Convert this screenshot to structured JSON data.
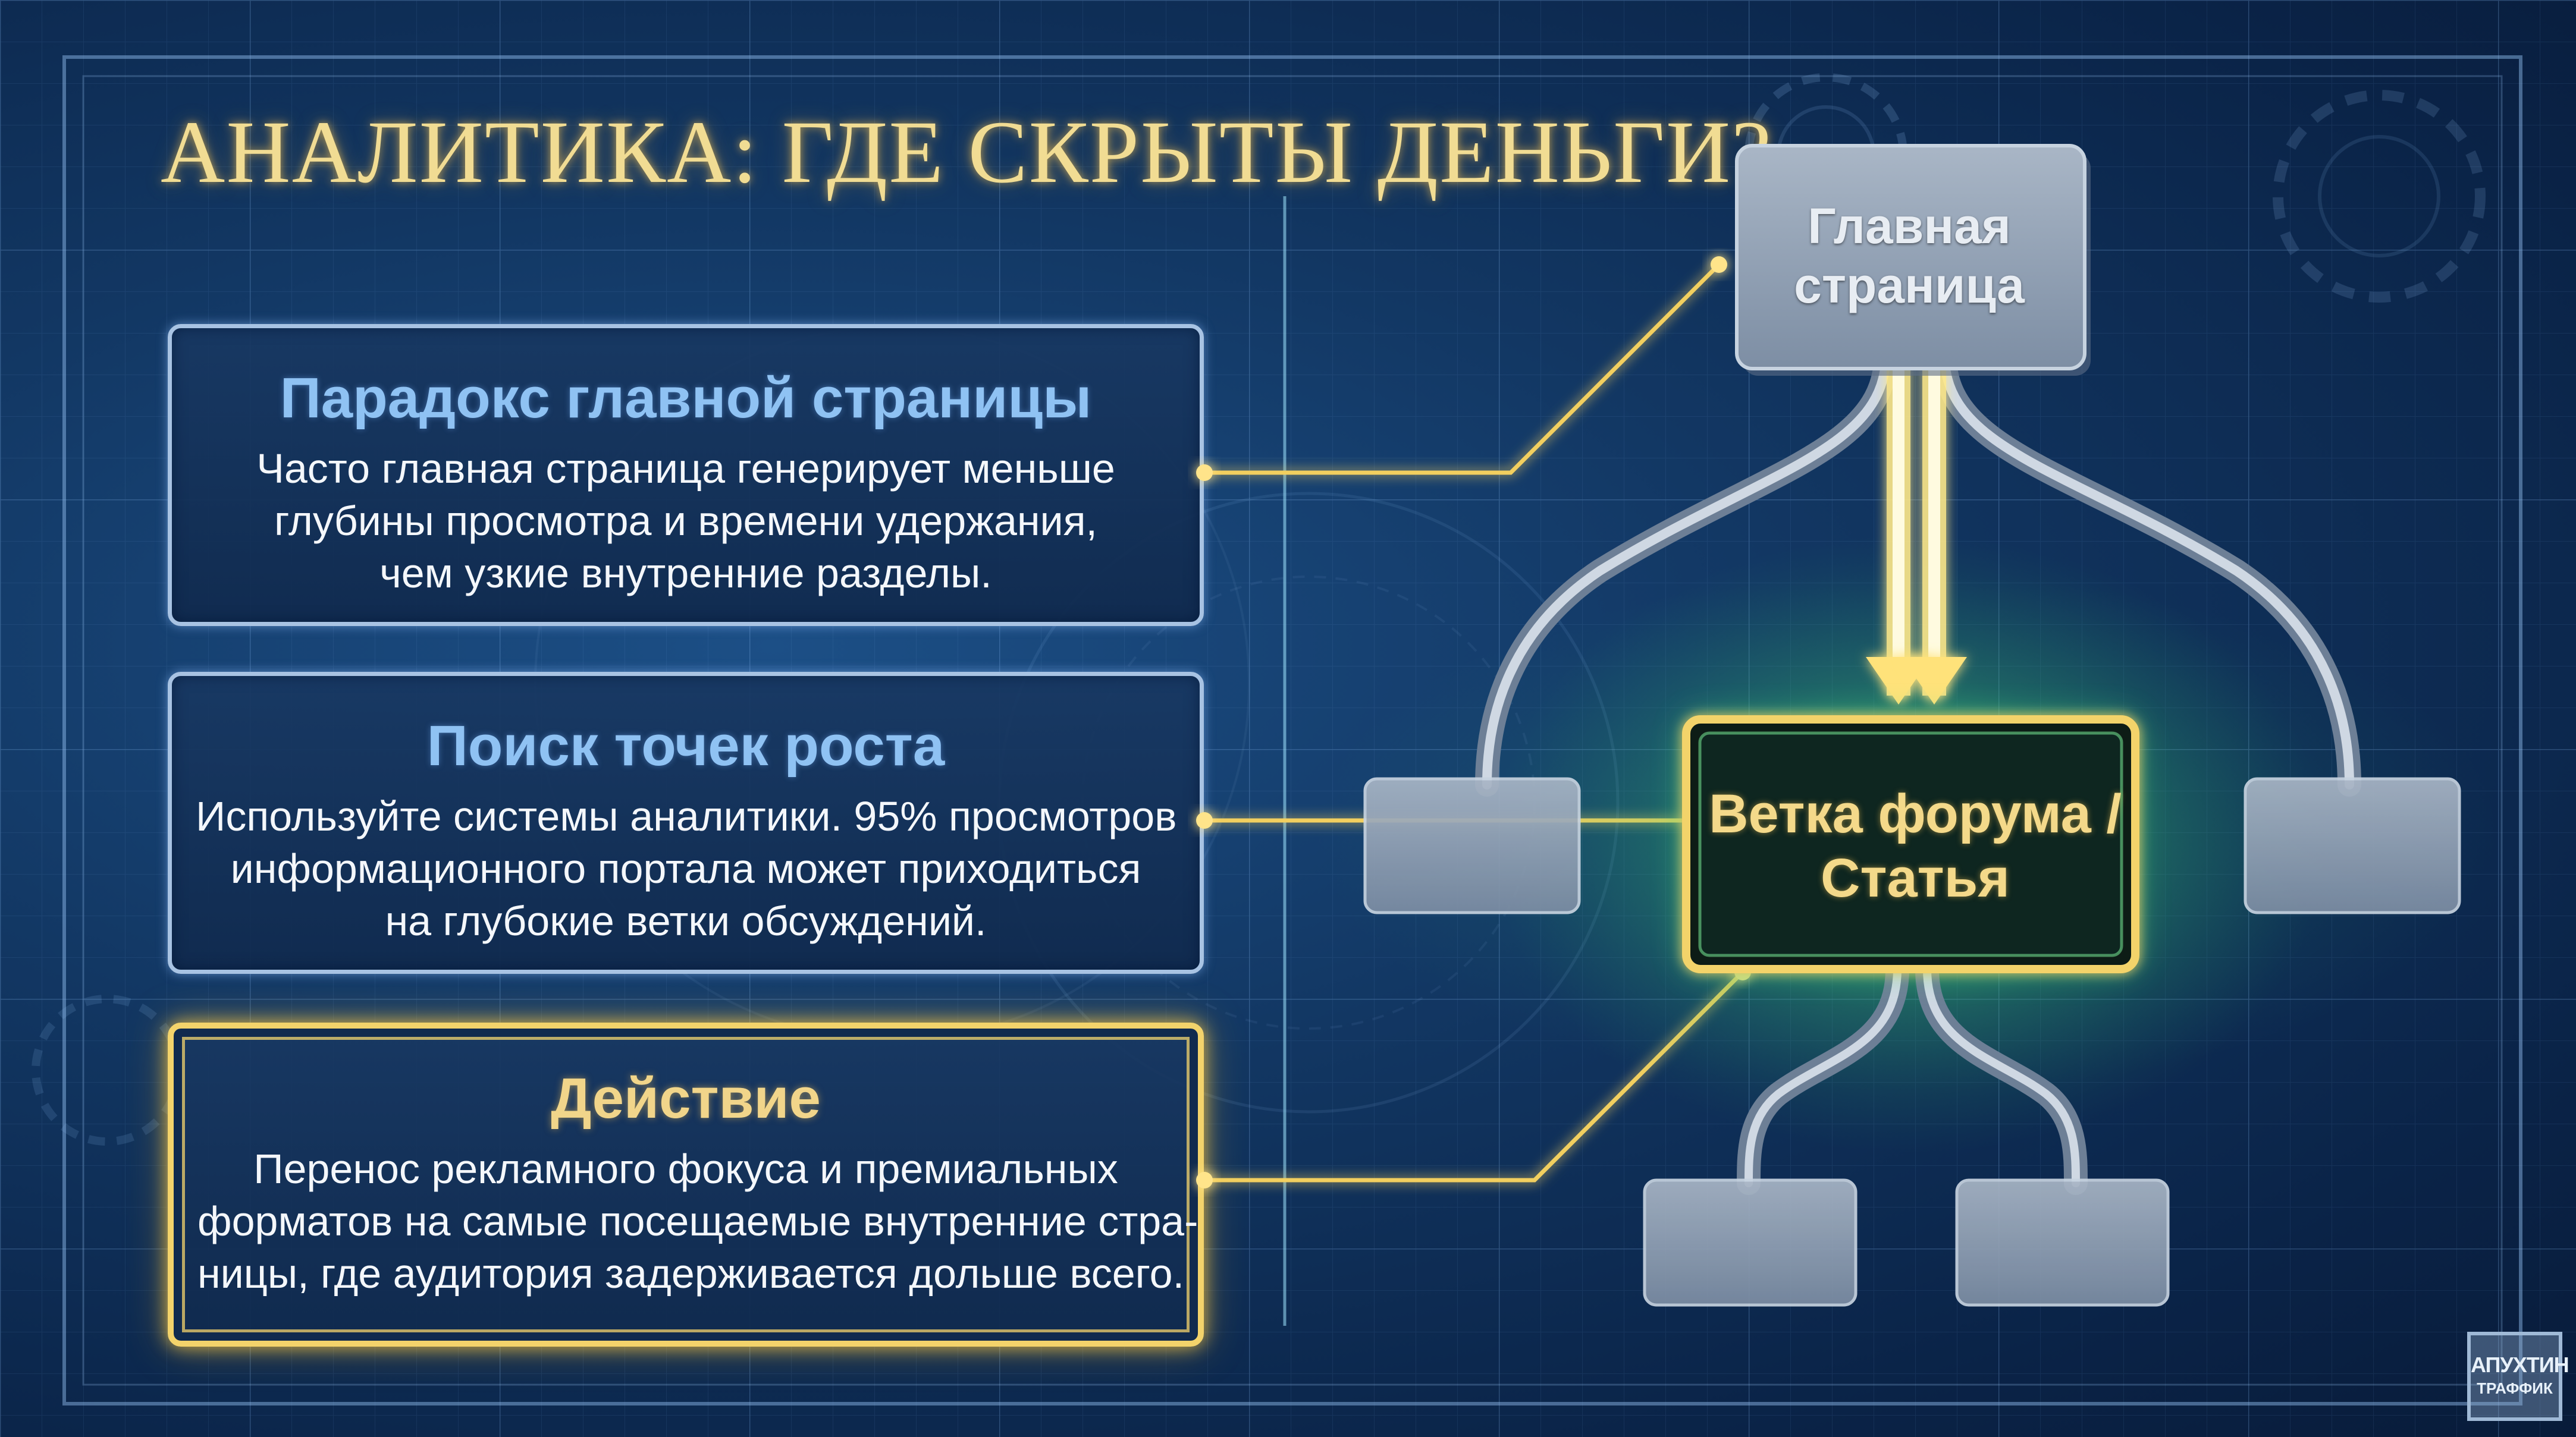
{
  "title": "АНАЛИТИКА: ГДЕ СКРЫТЫ ДЕНЬГИ?",
  "cards": [
    {
      "title": "Парадокс главной страницы",
      "lines": [
        "Часто главная страница генерирует меньше",
        "глубины просмотра и времени удержания,",
        "чем узкие внутренние разделы."
      ]
    },
    {
      "title": "Поиск точек роста",
      "lines": [
        "Используйте системы аналитики. 95% просмотров",
        "информационного портала может приходиться",
        "на глубокие ветки обсуждений."
      ]
    },
    {
      "title": "Действие",
      "lines": [
        "Перенос рекламного фокуса и премиальных",
        "форматов на самые посещаемые внутренние стра-",
        "ницы, где аудитория задерживается дольше всего."
      ]
    }
  ],
  "diagram": {
    "home": [
      "Главная",
      "страница"
    ],
    "branch": [
      "Ветка форума /",
      "Статья"
    ]
  },
  "logo": {
    "line1": "АПУХТИН",
    "line2": "ТРАФФИК"
  },
  "colors": {
    "gold": "#f3d36b",
    "blue_title": "#8fc2f3",
    "background": "#0b2348",
    "node_gray": "#8a9bb0",
    "glow_green": "#49d67a"
  }
}
